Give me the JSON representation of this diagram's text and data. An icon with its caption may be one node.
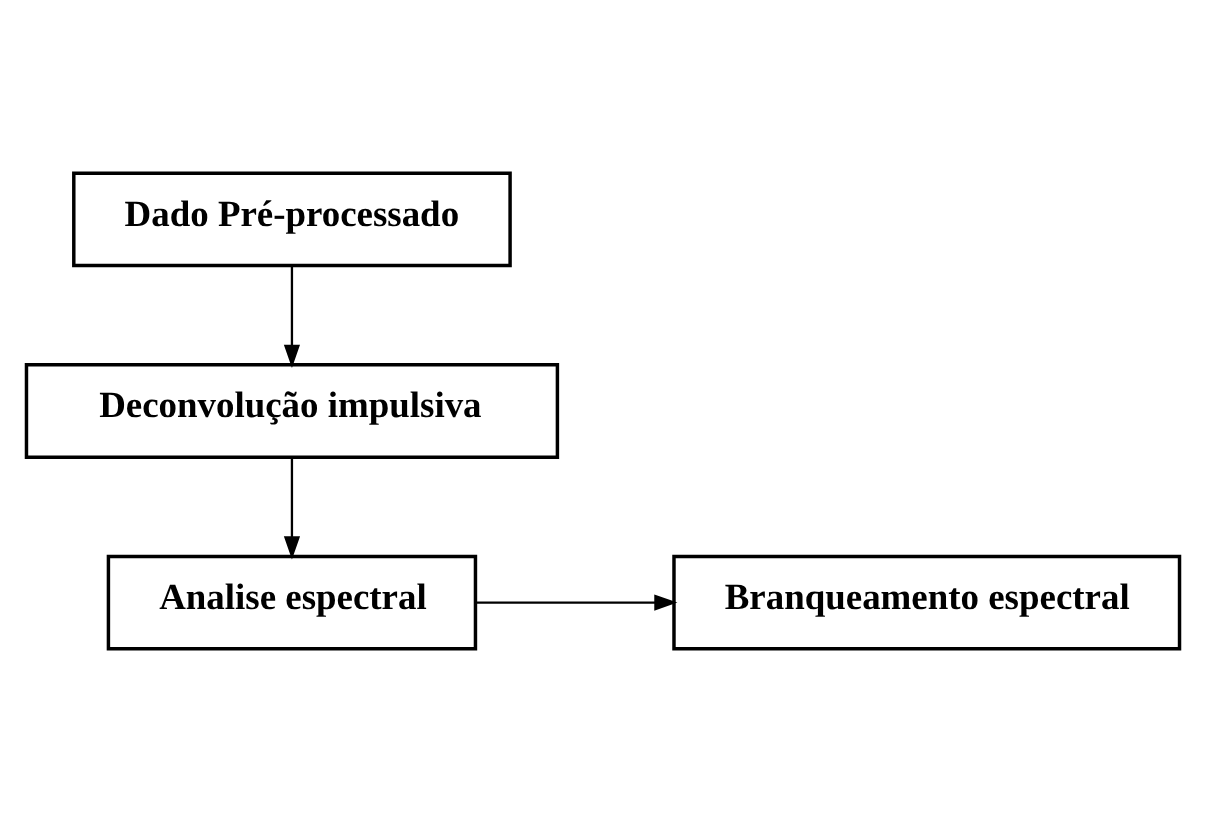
{
  "diagram": {
    "nodes": [
      {
        "text": [
          "Dado Pré-processado"
        ]
      },
      {
        "text": [
          "Deconvolução impulsiva"
        ]
      },
      {
        "text": [
          "Analise espectral"
        ]
      },
      {
        "text": [
          "Branqueamento espectral"
        ]
      }
    ],
    "edges": [
      {
        "from": 0,
        "to": 1,
        "arrow": "to"
      },
      {
        "from": 1,
        "to": 2,
        "arrow": "to"
      },
      {
        "from": 2,
        "to": 3,
        "arrow": "to"
      }
    ]
  }
}
